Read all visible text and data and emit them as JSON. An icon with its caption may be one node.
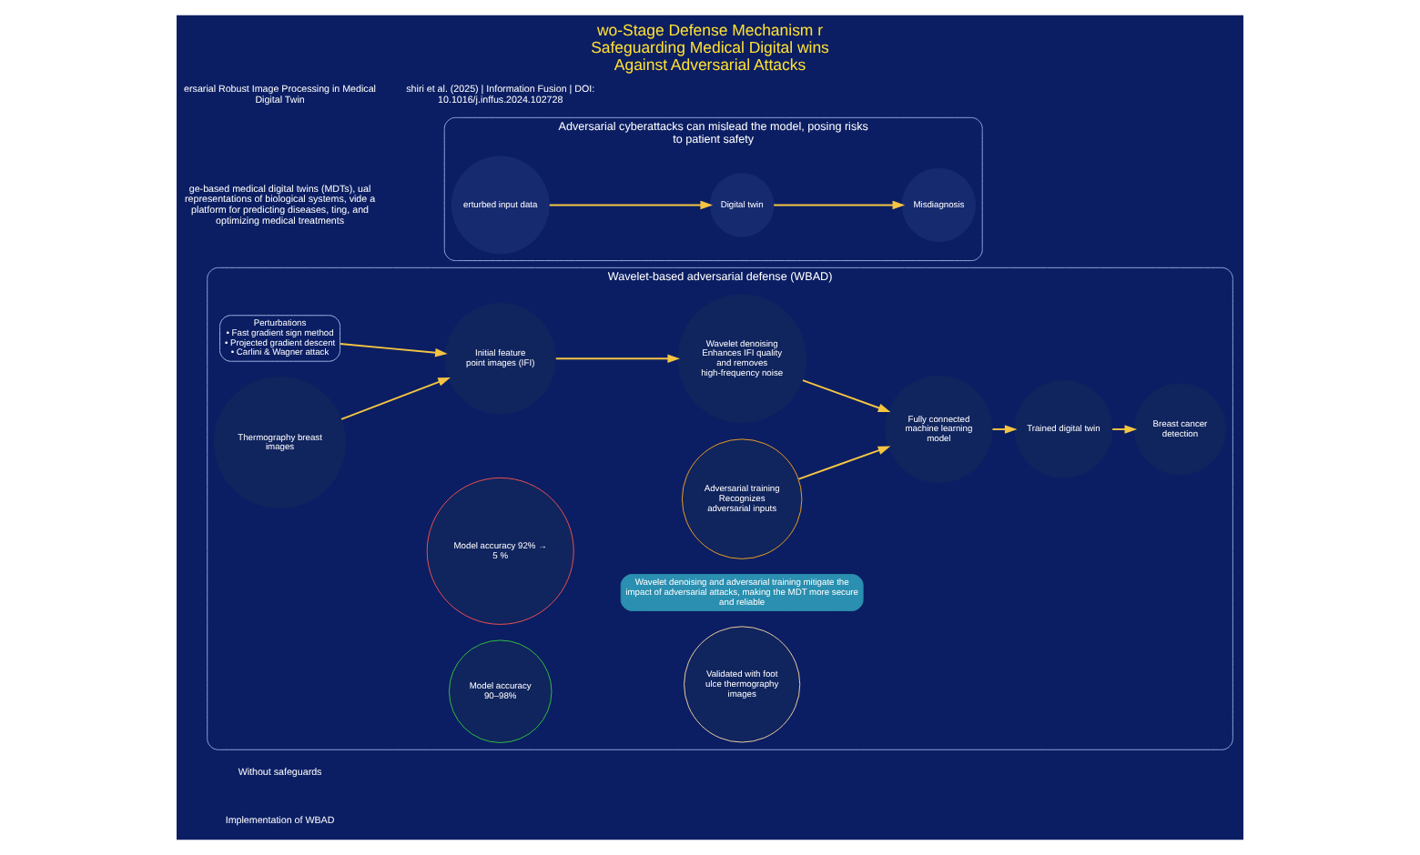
{
  "diagram": {
    "title": "wo-Stage Defense Mechanism r Safeguarding Medical Digital wins Against Adversarial Attacks",
    "nodes": [
      {
        "text": [
          "Wavelet-based adversarial defense (WBAD)"
        ]
      },
      {
        "text": [
          "Perturbations",
          "• Fast gradient sign method",
          "• Projected gradient descent",
          "• Carlini & Wagner attack"
        ],
        "in": 0
      },
      {
        "text": [
          "Thermography breast images"
        ],
        "in": 0
      },
      {
        "text": [
          "Initial feature point images (IFI)"
        ],
        "in": 0
      },
      {
        "text": [
          "Wavelet denoising",
          "Enhances IFI quality and removes high-frequency noise"
        ],
        "in": 0
      },
      {
        "text": [
          "Fully connected machine learning model"
        ],
        "in": 0
      },
      {
        "text": [
          "Trained digital twin"
        ],
        "in": 0
      },
      {
        "text": [
          "Breast cancer detection"
        ],
        "in": 0
      },
      {
        "text": [
          "Adversarial training",
          "Recognizes adversarial inputs"
        ],
        "in": 0
      },
      {
        "text": [
          "Model accuracy 92% → 5 %"
        ],
        "in": 0
      },
      {
        "text": [
          "Model accuracy 90–98%"
        ],
        "in": 0
      },
      {
        "text": [
          "Validated with foot ulce thermography images"
        ],
        "in": 0
      },
      {
        "text": [
          "Wavelet denoising and adversarial training mitigate the impact of adversarial attacks, making the MDT more secure and reliable"
        ],
        "in": 0
      },
      {
        "text": [
          "Adversarial cyberattacks can mislead the model, posing risks to patient safety"
        ]
      },
      {
        "text": [
          "erturbed input data"
        ],
        "in": 13
      },
      {
        "text": [
          "Digital twin"
        ],
        "in": 13
      },
      {
        "text": [
          "Misdiagnosis"
        ],
        "in": 13
      }
    ],
    "edges": [
      {
        "from": 1,
        "to": 3,
        "arrow": "to"
      },
      {
        "from": 2,
        "to": 3,
        "arrow": "to"
      },
      {
        "from": 3,
        "to": 4,
        "arrow": "to"
      },
      {
        "from": 4,
        "to": 5,
        "arrow": "to"
      },
      {
        "from": 5,
        "to": 6,
        "arrow": "to"
      },
      {
        "from": 6,
        "to": 7,
        "arrow": "to"
      },
      {
        "from": 8,
        "to": 5,
        "arrow": "to"
      },
      {
        "from": 14,
        "to": 15,
        "arrow": "to"
      },
      {
        "from": 15,
        "to": 16,
        "arrow": "to"
      }
    ],
    "labels": [
      "ge-based medical digital twins (MDTs), ual representations of biological systems, vide a platform for predicting diseases, ting, and optimizing medical treatments",
      "Without safeguards",
      "Implementation of WBAD",
      "ersarial Robust Image Processing in Medical Digital Twin",
      "shiri et al. (2025) | Information Fusion | DOI: 10.1016/j.inffus.2024.102728"
    ]
  }
}
